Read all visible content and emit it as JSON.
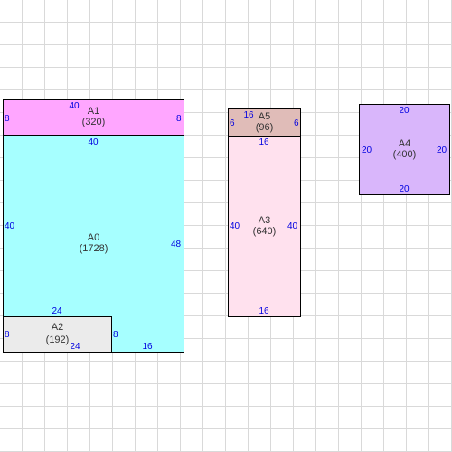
{
  "pieces": {
    "a1": {
      "name": "A1",
      "area": "(320)",
      "color": "#ffa6ff",
      "top": "40",
      "left": "8",
      "right": "8"
    },
    "a0": {
      "name": "A0",
      "area": "(1728)",
      "color": "#a6ffff",
      "top": "40",
      "left": "40",
      "right": "48"
    },
    "a2": {
      "name": "A2",
      "area": "(192)",
      "color": "#ebebeb",
      "top": "24",
      "left": "8",
      "bottom": "24",
      "right": "8",
      "a0_bottom": "16"
    },
    "a5": {
      "name": "A5",
      "area": "(96)",
      "color": "#e0bcb8",
      "top": "16",
      "left": "6",
      "right": "6"
    },
    "a3": {
      "name": "A3",
      "area": "(640)",
      "color": "#ffe1ee",
      "top": "16",
      "left": "40",
      "right": "40",
      "bottom": "16"
    },
    "a4": {
      "name": "A4",
      "area": "(400)",
      "color": "#d9b6fb",
      "top": "20",
      "left": "20",
      "right": "20",
      "bottom": "20"
    }
  }
}
